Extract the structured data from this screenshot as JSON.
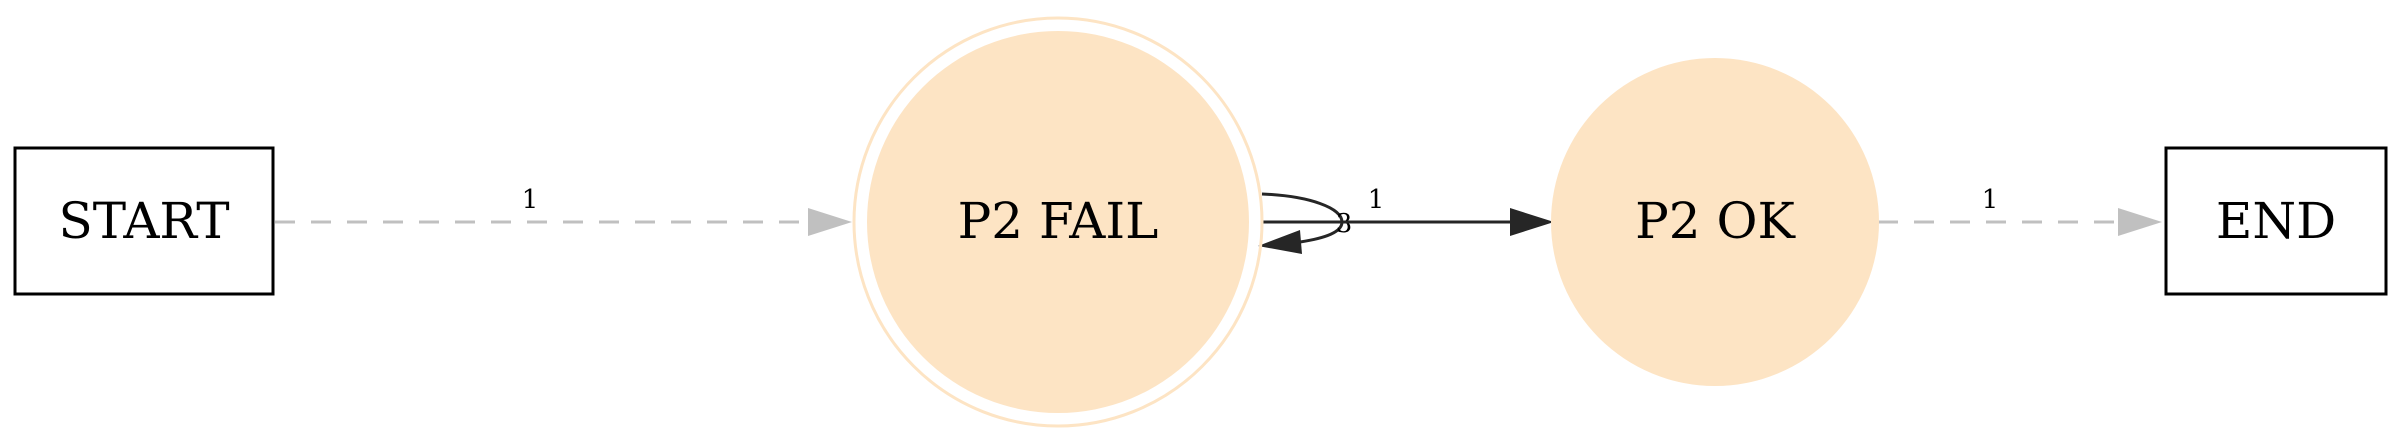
{
  "diagram": {
    "type": "state-flow",
    "colors": {
      "state_fill": "#fde4c4",
      "state_outline": "#fde4c4",
      "box_stroke": "#000000",
      "solid_edge": "#262626",
      "dashed_edge": "#c0c0c0"
    },
    "nodes": [
      {
        "id": "start",
        "shape": "box",
        "label": "START"
      },
      {
        "id": "p2_fail",
        "shape": "double-circle",
        "label": "P2 FAIL"
      },
      {
        "id": "p2_ok",
        "shape": "circle",
        "label": "P2 OK"
      },
      {
        "id": "end",
        "shape": "box",
        "label": "END"
      }
    ],
    "edges": [
      {
        "id": "start_to_fail",
        "from": "start",
        "to": "p2_fail",
        "style": "dashed",
        "label": "1"
      },
      {
        "id": "fail_self_loop",
        "from": "p2_fail",
        "to": "p2_fail",
        "style": "solid",
        "label": "3"
      },
      {
        "id": "fail_to_ok",
        "from": "p2_fail",
        "to": "p2_ok",
        "style": "solid",
        "label": "1"
      },
      {
        "id": "ok_to_end",
        "from": "p2_ok",
        "to": "end",
        "style": "dashed",
        "label": "1"
      }
    ]
  }
}
